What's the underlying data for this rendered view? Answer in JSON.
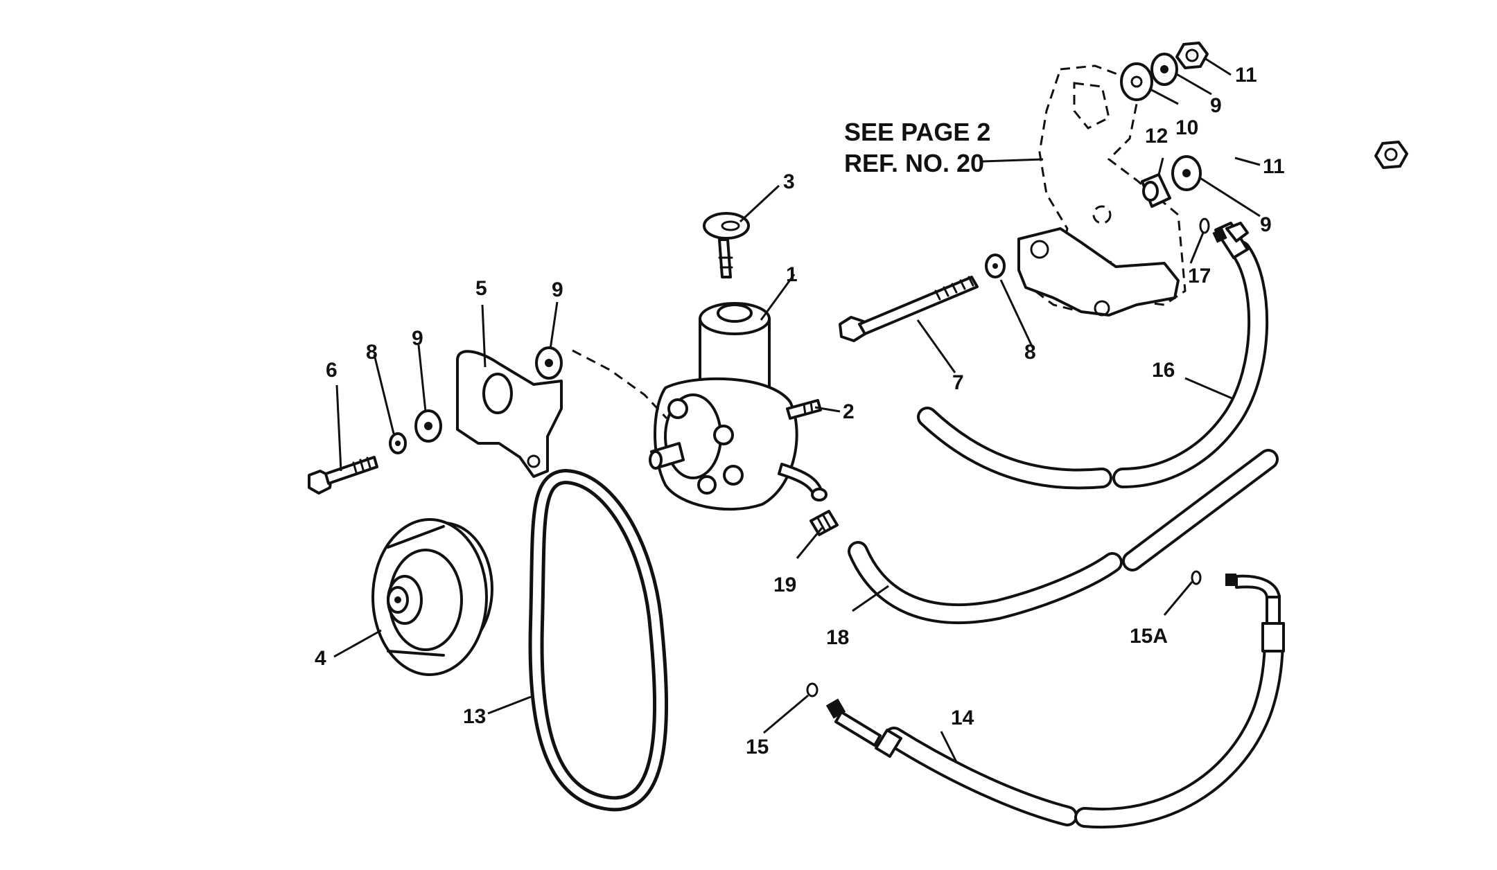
{
  "note": {
    "line1": "SEE PAGE 2",
    "line2": "REF. NO. 20"
  },
  "callouts": {
    "c1": "1",
    "c2": "2",
    "c3": "3",
    "c4": "4",
    "c5": "5",
    "c6": "6",
    "c7": "7",
    "c8a": "8",
    "c8b": "8",
    "c9a": "9",
    "c9b": "9",
    "c9c": "9",
    "c9d": "9",
    "c10": "10",
    "c11a": "11",
    "c11b": "11",
    "c12": "12",
    "c13": "13",
    "c14": "14",
    "c15": "15",
    "c15A": "15A",
    "c16": "16",
    "c17": "17",
    "c18": "18",
    "c19": "19"
  }
}
